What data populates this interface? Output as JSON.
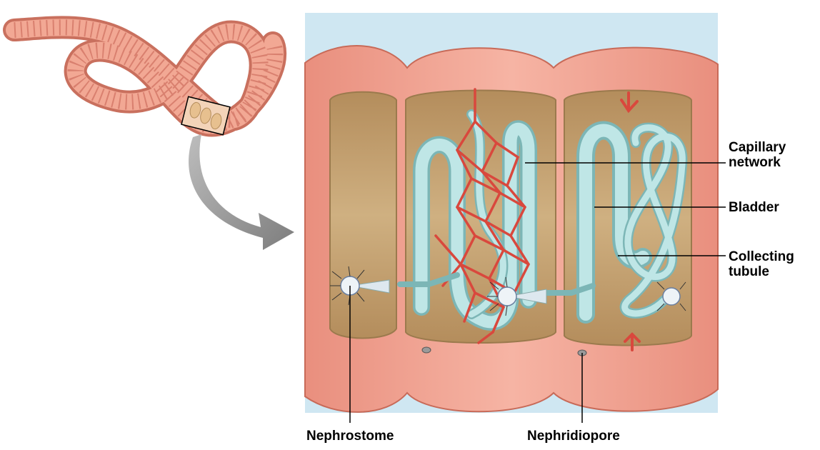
{
  "labels": {
    "capillary_network": [
      "Capillary",
      "network"
    ],
    "bladder": "Bladder",
    "collecting_tubule": [
      "Collecting",
      "tubule"
    ],
    "nephrostome": "Nephrostome",
    "nephridiopore": "Nephridiopore"
  },
  "colors": {
    "background": "#ffffff",
    "sky": "#cfe7f2",
    "body_wall": "#f0a89a",
    "body_wall_dark": "#d9806f",
    "cavity": "#c9a877",
    "tubule": "#a9dada",
    "capillary": "#e0564a",
    "leader_line": "#000000"
  },
  "icons": {
    "arrow": "curved-arrow-icon",
    "worm": "earthworm-icon"
  }
}
